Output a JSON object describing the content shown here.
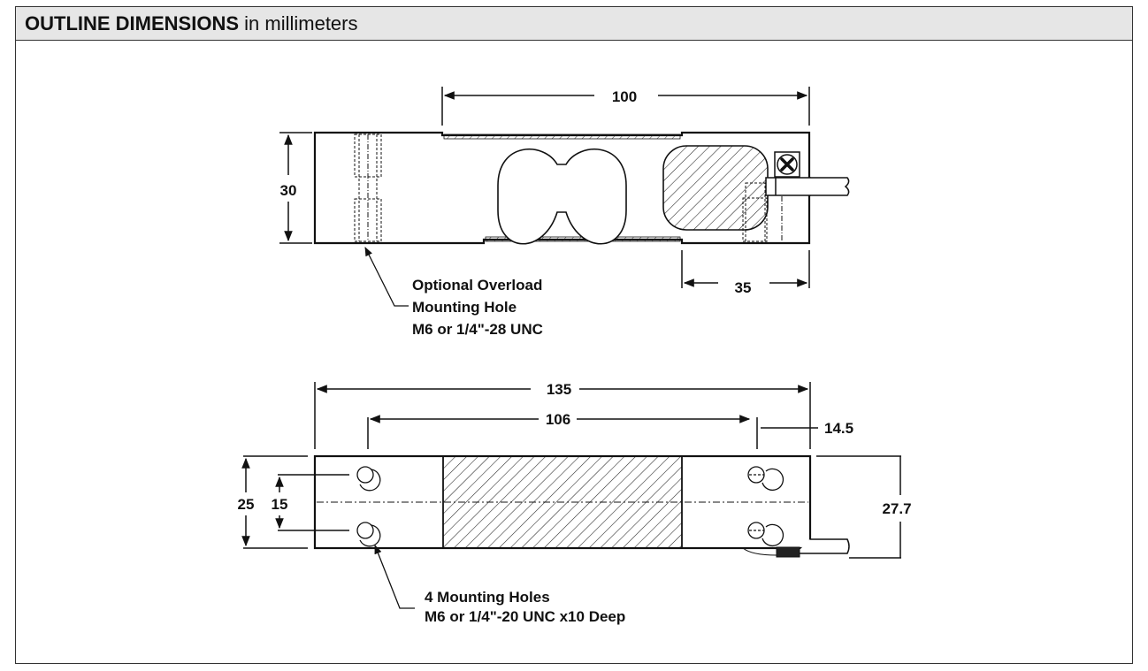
{
  "header": {
    "title_bold": "OUTLINE DIMENSIONS",
    "title_rest": "in millimeters"
  },
  "top_view": {
    "dimensions": {
      "overall_active_length": "100",
      "height": "30",
      "end_length": "35"
    },
    "callout": {
      "line1": "Optional Overload",
      "line2": "Mounting Hole",
      "line3": "M6 or 1/4\"-28 UNC"
    }
  },
  "bottom_view": {
    "dimensions": {
      "overall_length": "135",
      "hole_spacing": "106",
      "end_offset": "14.5",
      "width": "25",
      "hole_pitch": "15",
      "cable_height": "27.7"
    },
    "callout": {
      "line1": "4 Mounting Holes",
      "line2": "M6 or 1/4\"-20 UNC x10 Deep"
    }
  },
  "colors": {
    "header_bg": "#e6e6e6",
    "line": "#111111",
    "border": "#333333"
  }
}
